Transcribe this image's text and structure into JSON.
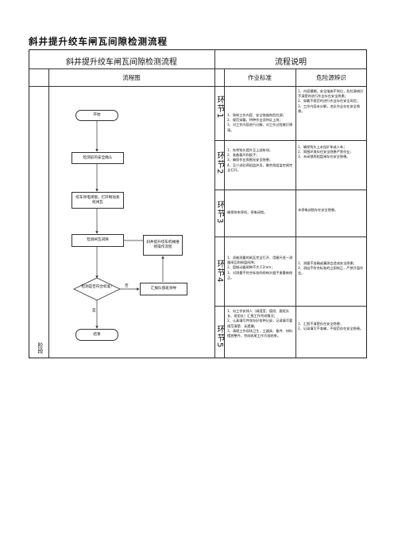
{
  "doc_title": "斜井提升绞车闸瓦间隙检测流程",
  "table": {
    "title": "斜井提升绞车闸瓦间隙检测流程",
    "desc_title": "流程说明",
    "flow_header": "流程图",
    "std_header": "作业标准",
    "risk_header": "危险源辨识",
    "phase_label": "阶段"
  },
  "flow": {
    "start": "开始",
    "safety_confirm": "检测前的安全确认",
    "power_off": "绞车停电闭锁，打开制动系统闸瓦",
    "measure": "检测闸瓦间隙",
    "adjust": "斜井提升绞车机械维修操作流程",
    "decision": "检测是否符合标准?",
    "no": "否",
    "yes": "是",
    "report": "汇报队值班领导",
    "end": "结束"
  },
  "steps": [
    {
      "label": "环节1",
      "standard": "1、熟知工作内容、安全措施和危险源；\n2、规范穿戴，特种作业须持证上岗；\n3、对工作内容进行分解，对工作过程做识预演。",
      "risk": "1、内容模糊，安全措施不到位，危险源辨识不清楚时进行作业存在安全隐患；\n2、穿戴不规范时进行作业存在安全风险；\n3、工作内容未分解，违反作业存在安全隐患。"
    },
    {
      "label": "环节2",
      "standard": "1、先将钩头提升至上部车场；\n2、准备塞尺和扳手；\n3、确保作业周围无安全隐患；\n4、至少派驻两组监护员，剩余两组监控闸完全打开。",
      "risk": "1、确保钩头上未挂矿车或人车；\n2、周围环境存在安全隐患严禁作业；\n3、未闭锁两组盘闸存在安全隐患。"
    },
    {
      "label": "环节3",
      "standard": "确保绞车停机，停电闭锁。",
      "risk": "未停电闭锁存在安全隐患。"
    },
    {
      "label": "环节4",
      "standard": "1、须被测量的闸瓦完全打开，用塞尺逐一测量闸瓦和闸盘间隙；\n2、盘制动器闸隙不大于2mm；\n3、对测量不符合标准的闸响头据手册重新校正。",
      "risk": "1、测量不准确或漏测会造成安全隐患；\n2、测出不符合标准的立即校正，严禁开盘作业。"
    },
    {
      "label": "环节5",
      "standard": "1、向工作安排人（调度室、值班、跟班队长、班组长）汇报工作完成情况；\n2、认真填写并保存好各种记录，记录填写要规范清楚、无遗漏；\n3、清理工作现场卫生，工器具、备件、材料摆放整齐，完成收尾工作方准结束。",
      "risk": "1、汇报不清楚存在安全隐患；\n2、记录填写不准确，不规范存在安全隐患。"
    }
  ]
}
